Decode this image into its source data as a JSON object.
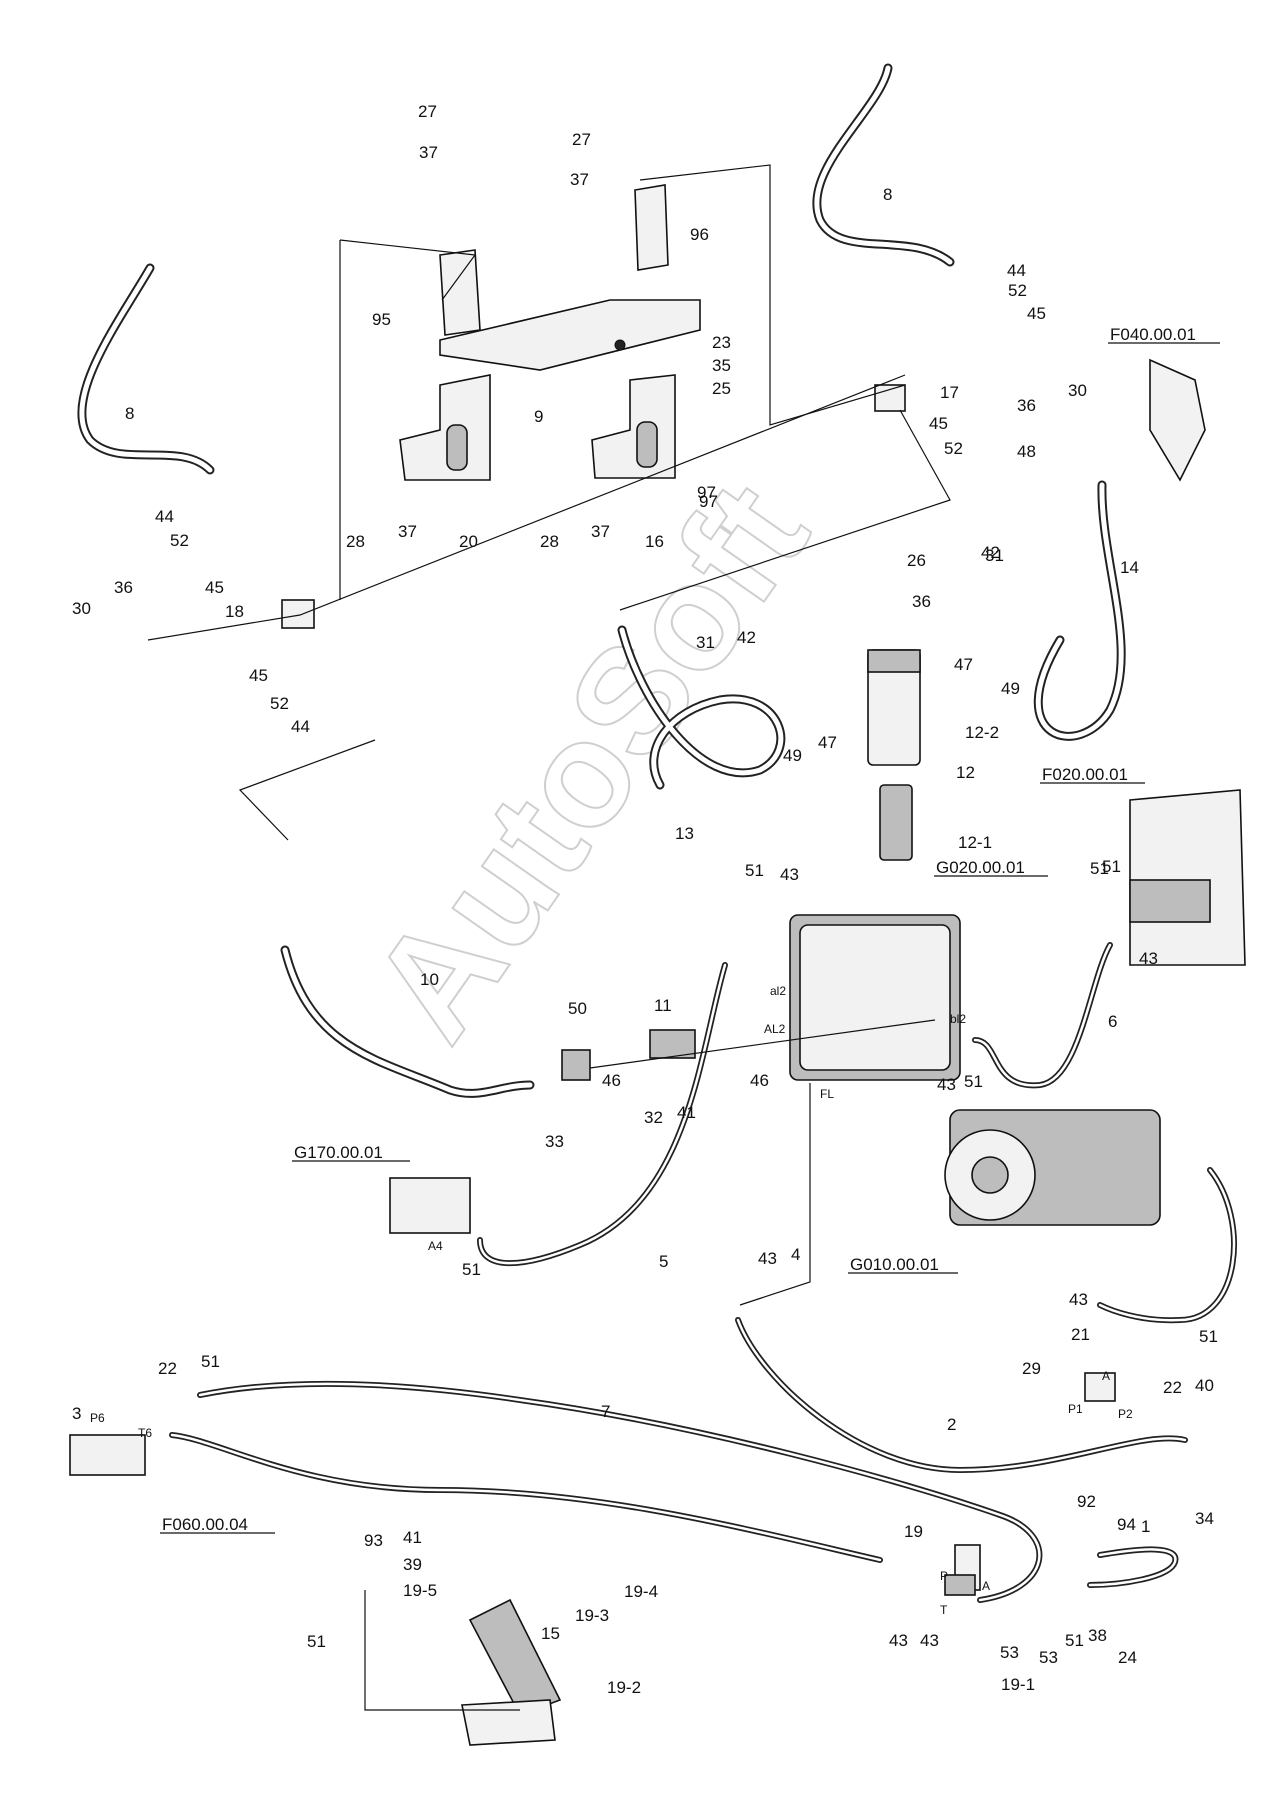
{
  "watermark": "AutoSoft",
  "references": [
    {
      "id": "ref-F040",
      "text": "F040.00.01"
    },
    {
      "id": "ref-F020",
      "text": "F020.00.01"
    },
    {
      "id": "ref-G020",
      "text": "G020.00.01"
    },
    {
      "id": "ref-G170",
      "text": "G170.00.01"
    },
    {
      "id": "ref-G010",
      "text": "G010.00.01"
    },
    {
      "id": "ref-F060",
      "text": "F060.00.04"
    }
  ],
  "port_labels": [
    "al2",
    "AL2",
    "bl2",
    "FL",
    "A4",
    "P6",
    "T6",
    "P1",
    "P2",
    "A",
    "P",
    "A",
    "T"
  ],
  "part_labels": [
    "27",
    "37",
    "27",
    "37",
    "96",
    "8",
    "44",
    "52",
    "45",
    "95",
    "23",
    "35",
    "25",
    "9",
    "17",
    "30",
    "36",
    "45",
    "52",
    "48",
    "28",
    "37",
    "20",
    "28",
    "37",
    "16",
    "97",
    "97",
    "8",
    "44",
    "52",
    "45",
    "26",
    "42",
    "31",
    "36",
    "14",
    "30",
    "36",
    "18",
    "31",
    "42",
    "47",
    "49",
    "45",
    "52",
    "44",
    "49",
    "47",
    "12-2",
    "12",
    "13",
    "12-1",
    "51",
    "43",
    "10",
    "11",
    "50",
    "46",
    "46",
    "32",
    "41",
    "33",
    "51",
    "43",
    "6",
    "43",
    "51",
    "5",
    "51",
    "51",
    "43",
    "4",
    "51",
    "43",
    "21",
    "29",
    "40",
    "22",
    "22",
    "51",
    "3",
    "7",
    "2",
    "93",
    "92",
    "94",
    "1",
    "34",
    "41",
    "39",
    "19-5",
    "19-3",
    "19-4",
    "15",
    "19",
    "51",
    "43",
    "43",
    "51",
    "38",
    "53",
    "53",
    "24",
    "19-1",
    "19-2"
  ]
}
